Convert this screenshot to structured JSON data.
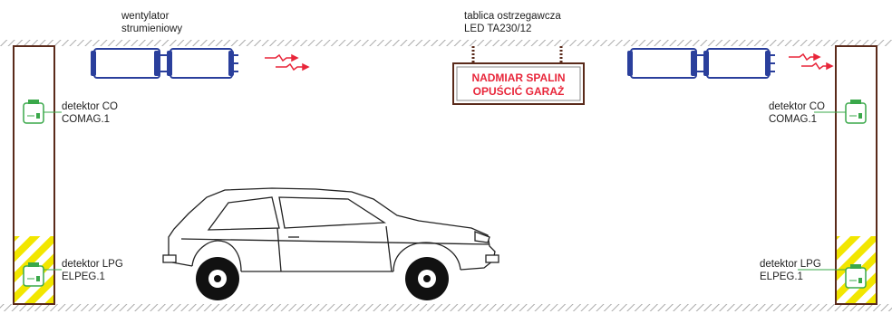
{
  "labels": {
    "fan_line1": "wentylator",
    "fan_line2": "strumieniowy",
    "board_line1": "tablica ostrzegawcza",
    "board_line2": "LED TA230/12",
    "co_left_line1": "detektor CO",
    "co_left_line2": "COMAG.1",
    "co_right_line1": "detektor CO",
    "co_right_line2": "COMAG.1",
    "lpg_left_line1": "detektor LPG",
    "lpg_left_line2": "ELPEG.1",
    "lpg_right_line1": "detektor LPG",
    "lpg_right_line2": "ELPEG.1"
  },
  "sign": {
    "line1": "NADMIAR SPALIN",
    "line2": "OPUŚCIĆ GARAŻ"
  },
  "colors": {
    "fan_blue": "#2a3f9c",
    "sign_red": "#e8263a",
    "column_brown": "#5a2a1a",
    "detector_green": "#3aa84a",
    "hazard_yellow": "#f2e600",
    "hatch_gray": "#bbbbbb"
  },
  "icons": {
    "fan": "jet-fan-icon",
    "airflow": "airflow-arrow-icon",
    "co_detector": "co-detector-icon",
    "lpg_detector": "lpg-detector-icon",
    "car": "car-icon"
  }
}
